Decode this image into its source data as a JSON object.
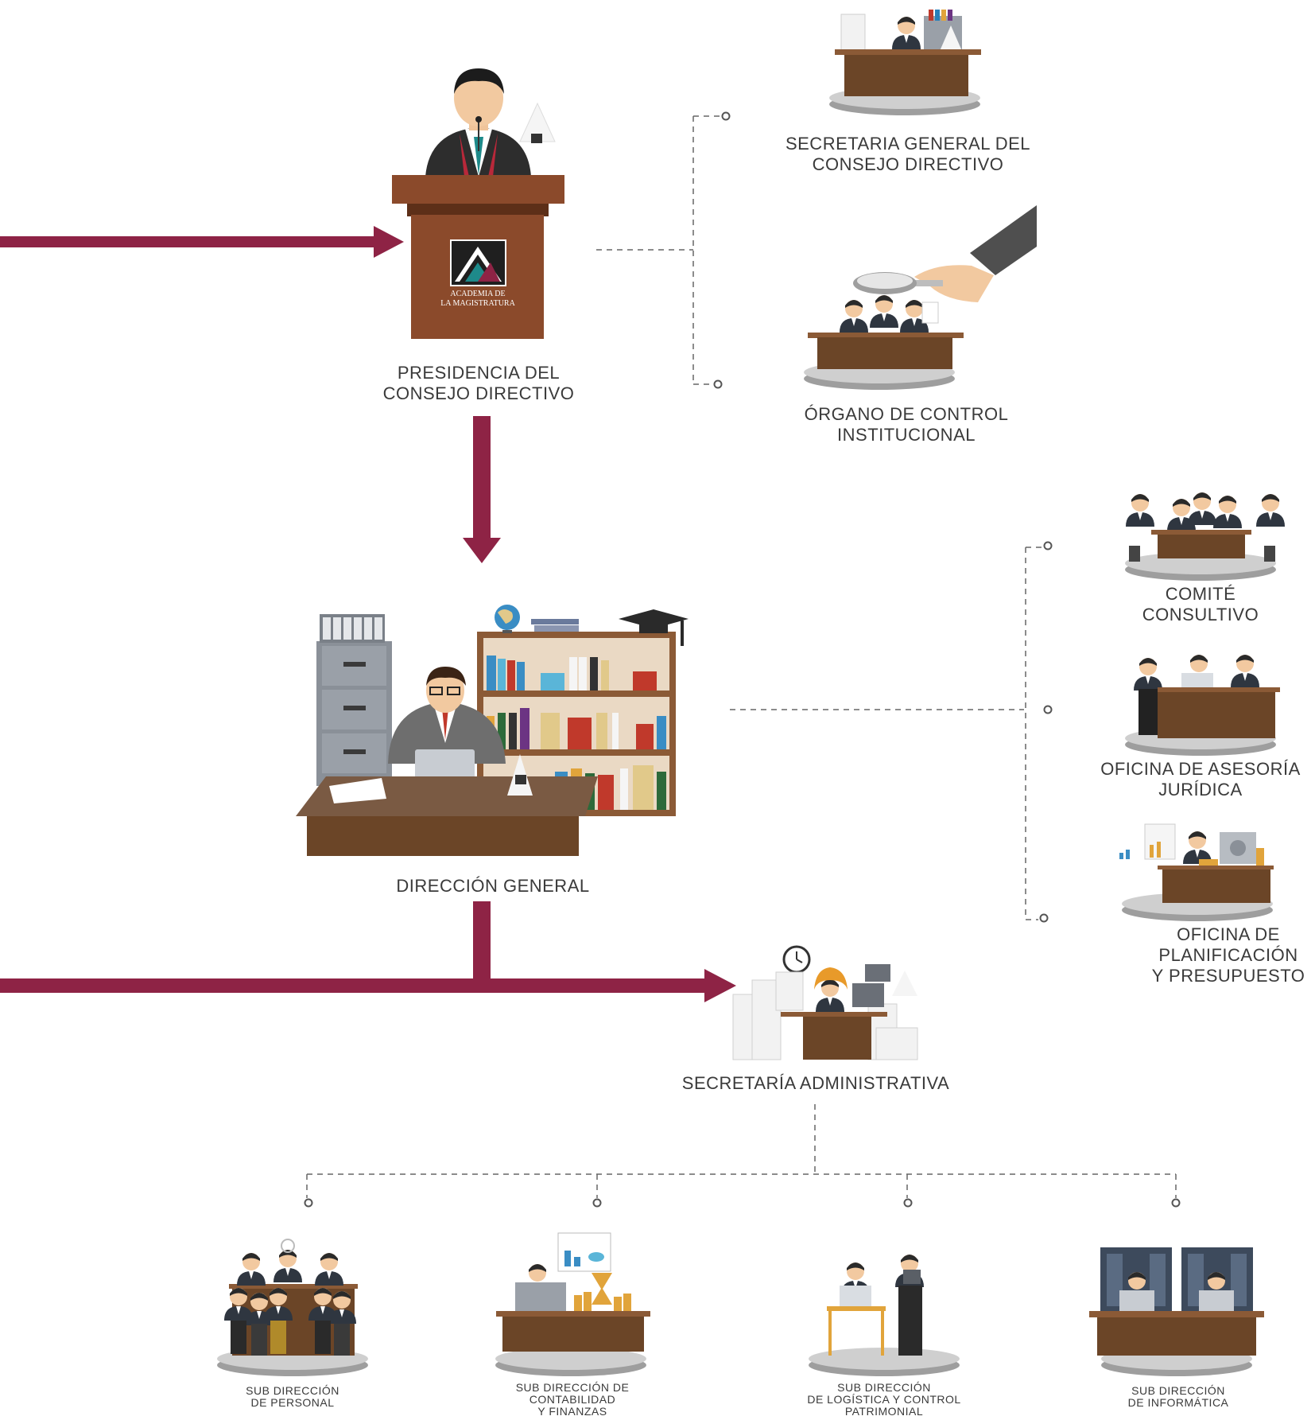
{
  "colors": {
    "arrow": "#8e2345",
    "desk": "#6b4527",
    "desk_top": "#8b5a36",
    "podium": "#8b4a2b",
    "base": "#c6c6c6",
    "text": "#3a3a3a",
    "dash": "#666666"
  },
  "nodes": {
    "presidencia": {
      "lines": [
        "PRESIDENCIA DEL",
        "CONSEJO DIRECTIVO"
      ],
      "icon": "podium-speaker-icon",
      "logo_lines": [
        "ACADEMIA DE",
        "LA MAGISTRATURA"
      ]
    },
    "secretaria_general": {
      "lines": [
        "SECRETARIA GENERAL DEL",
        "CONSEJO DIRECTIVO"
      ],
      "icon": "secretary-desk-icon"
    },
    "organo_control": {
      "lines": [
        "ÓRGANO DE CONTROL",
        "INSTITUCIONAL"
      ],
      "icon": "magnifier-audit-icon"
    },
    "direccion_general": {
      "lines": [
        "DIRECCIÓN GENERAL"
      ],
      "icon": "director-office-icon"
    },
    "comite": {
      "lines": [
        "COMITÉ",
        "CONSULTIVO"
      ],
      "icon": "meeting-table-icon"
    },
    "asesoria": {
      "lines": [
        "OFICINA DE ASESORÍA",
        "JURÍDICA"
      ],
      "icon": "legal-team-icon"
    },
    "planificacion": {
      "lines": [
        "OFICINA DE",
        "PLANIFICACIÓN",
        "Y PRESUPUESTO"
      ],
      "icon": "planning-budget-icon"
    },
    "secretaria_admin": {
      "lines": [
        "SECRETARÍA ADMINISTRATIVA"
      ],
      "icon": "admin-secretary-icon"
    },
    "sub_personal": {
      "lines": [
        "SUB DIRECCIÓN",
        "DE PERSONAL"
      ],
      "icon": "staff-group-icon"
    },
    "sub_contabilidad": {
      "lines": [
        "SUB DIRECCIÓN DE",
        "CONTABILIDAD",
        "Y FINANZAS"
      ],
      "icon": "accounting-icon"
    },
    "sub_logistica": {
      "lines": [
        "SUB DIRECCIÓN",
        "DE LOGÍSTICA Y CONTROL",
        "PATRIMONIAL"
      ],
      "icon": "logistics-icon"
    },
    "sub_informatica": {
      "lines": [
        "SUB DIRECCIÓN",
        "DE INFORMÁTICA"
      ],
      "icon": "server-room-icon"
    }
  }
}
